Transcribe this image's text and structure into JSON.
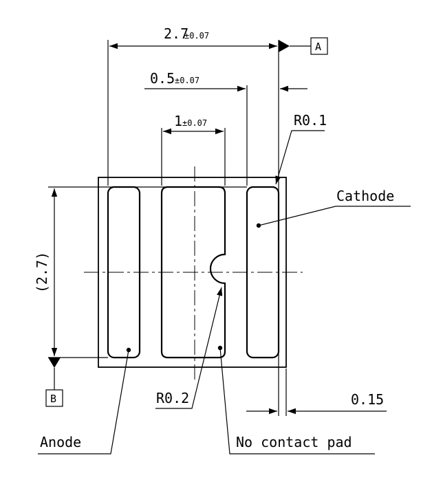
{
  "dimensions": {
    "width_total": {
      "value": "2.7",
      "tolerance": "±0.07"
    },
    "pad_width_outer": {
      "value": "0.5",
      "tolerance": "±0.07"
    },
    "pad_width_center": {
      "value": "1",
      "tolerance": "±0.07"
    },
    "height_ref": "(2.7)",
    "corner_radius_outer": "R0.1",
    "notch_radius": "R0.2",
    "offset": "0.15"
  },
  "datums": {
    "a": "A",
    "b": "B"
  },
  "labels": {
    "cathode": "Cathode",
    "anode": "Anode",
    "no_contact_pad": "No contact pad"
  },
  "colors": {
    "line": "#000000",
    "background": "#ffffff"
  }
}
